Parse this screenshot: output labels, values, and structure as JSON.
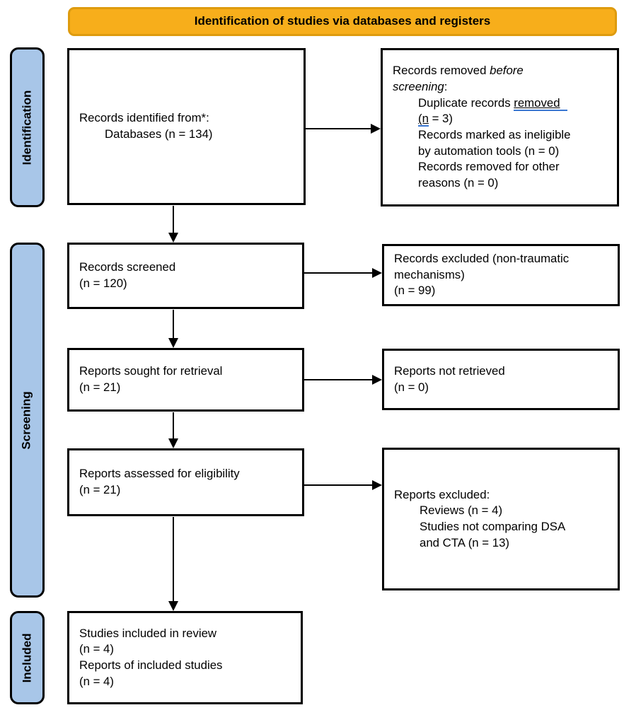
{
  "banner": {
    "title": "Identification of studies via databases and registers"
  },
  "stages": {
    "identification": "Identification",
    "screening": "Screening",
    "included": "Included"
  },
  "flow": {
    "identified": {
      "lines": [
        "Records identified from*:",
        "Databases (n = 134)"
      ]
    },
    "removed_before": {
      "title_line1_pre": "Records removed ",
      "title_line1_italic": "before",
      "title_line2_italic": "screening",
      "title_line2_post": ":",
      "item1_line1_pre": "Duplicate records ",
      "item1_line1_link": "removed",
      "item1_line2_link": "(n",
      "item1_line2_rest": " = 3)",
      "item2_lines": [
        "Records marked as ineligible",
        "by automation tools (n = 0)"
      ],
      "item3_lines": [
        "Records removed for other",
        "reasons (n = 0)"
      ]
    },
    "screened": {
      "lines": [
        "Records screened",
        "(n = 120)"
      ]
    },
    "excluded_nontraumatic": {
      "lines": [
        "Records excluded (non-traumatic",
        "mechanisms)",
        "(n = 99)"
      ]
    },
    "sought": {
      "lines": [
        "Reports sought for retrieval",
        "(n = 21)"
      ]
    },
    "not_retrieved": {
      "lines": [
        "Reports not retrieved",
        "(n = 0)"
      ]
    },
    "assessed": {
      "lines": [
        "Reports assessed for eligibility",
        "(n = 21)"
      ]
    },
    "reports_excluded": {
      "title": "Reports excluded:",
      "items_lines": [
        "Reviews (n = 4)",
        "Studies not comparing DSA",
        "and CTA (n = 13)"
      ]
    },
    "included_box": {
      "lines": [
        "Studies included in review",
        "(n = 4)",
        "Reports of included studies",
        "(n = 4)"
      ]
    }
  },
  "colors": {
    "banner_fill": "#F7AE1B",
    "banner_border": "#DE9B0E",
    "stage_fill": "#A8C6E8",
    "box_border": "#000000",
    "grammar_underline_blue": "#3A77D2"
  }
}
